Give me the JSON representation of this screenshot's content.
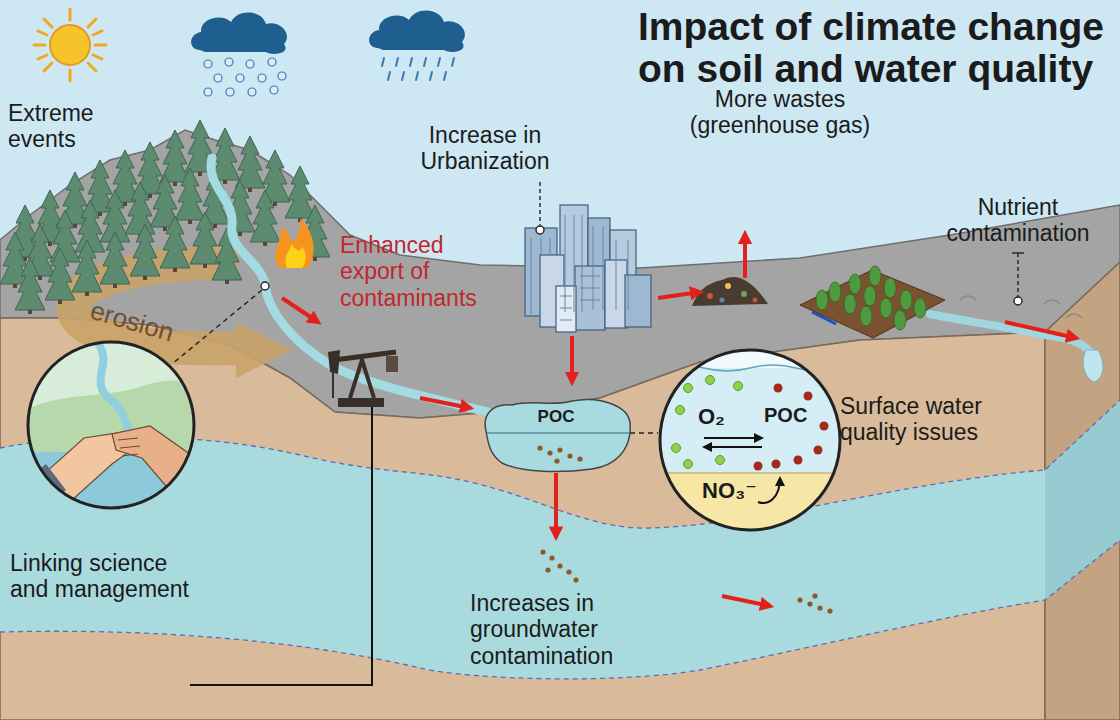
{
  "diagram": {
    "title": "Impact of climate change on soil and water quality",
    "nodes": [
      {
        "text": [
          "Linking science and management"
        ]
      },
      {
        "text": [
          "POC"
        ]
      },
      {
        "text": [
          "O₂",
          "POC",
          "NO₃⁻",
          "Surface water quality issues"
        ]
      },
      {
        "text": [
          "Increases in groundwater contamination"
        ]
      }
    ],
    "edges": [
      {
        "from": 1,
        "to": 2,
        "arrow": "none"
      },
      {
        "from": 1,
        "to": 3,
        "arrow": "to"
      }
    ],
    "labels": [
      "Extreme events",
      "Increase in Urbanization",
      "More wastes (greenhouse gas)",
      "Nutrient contamination",
      "Enhanced export of contaminants",
      "erosion"
    ]
  }
}
